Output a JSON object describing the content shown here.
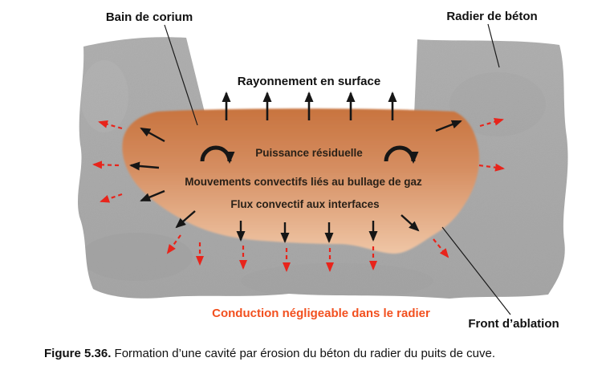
{
  "figure": {
    "labels": {
      "corium": "Bain de corium",
      "concrete": "Radier de béton",
      "radiation": "Rayonnement en surface",
      "residual_power": "Puissance résiduelle",
      "convective_movements": "Mouvements convectifs liés au bullage de gaz",
      "convective_flux": "Flux convectif aux interfaces",
      "conduction": "Conduction négligeable dans le radier",
      "ablation_front": "Front d’ablation"
    },
    "caption": {
      "number": "Figure 5.36.",
      "text": "Formation d’une cavité par érosion du béton du radier du puits de cuve."
    },
    "colors": {
      "concrete": "#a8a8a8",
      "concrete_light": "#b3b3b3",
      "pool_top": "#c8743f",
      "pool_mid": "#d58d60",
      "pool_bottom": "#efc6a6",
      "ablation": "#e8241b",
      "conduction_text": "#f2501f",
      "arrow": "#161616"
    }
  }
}
